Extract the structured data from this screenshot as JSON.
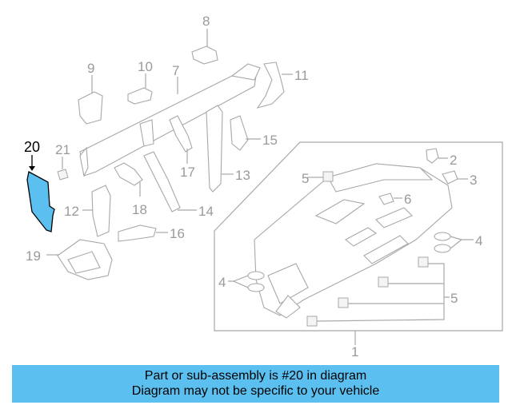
{
  "diagram": {
    "labels": {
      "p1": "1",
      "p2": "2",
      "p3": "3",
      "p4a": "4",
      "p4b": "4",
      "p5a": "5",
      "p5b": "5",
      "p6": "6",
      "p7": "7",
      "p8": "8",
      "p9": "9",
      "p10": "10",
      "p11": "11",
      "p12": "12",
      "p13": "13",
      "p14": "14",
      "p15": "15",
      "p16": "16",
      "p17": "17",
      "p18": "18",
      "p19": "19",
      "p20": "20",
      "p21": "21"
    },
    "highlight_color": "#5bc0f0",
    "line_color": "#a8a8a8"
  },
  "banner": {
    "line1": "Part or sub-assembly is #20 in diagram",
    "line2": "Diagram may not be specific to your vehicle",
    "color": "#5bc0f0"
  }
}
